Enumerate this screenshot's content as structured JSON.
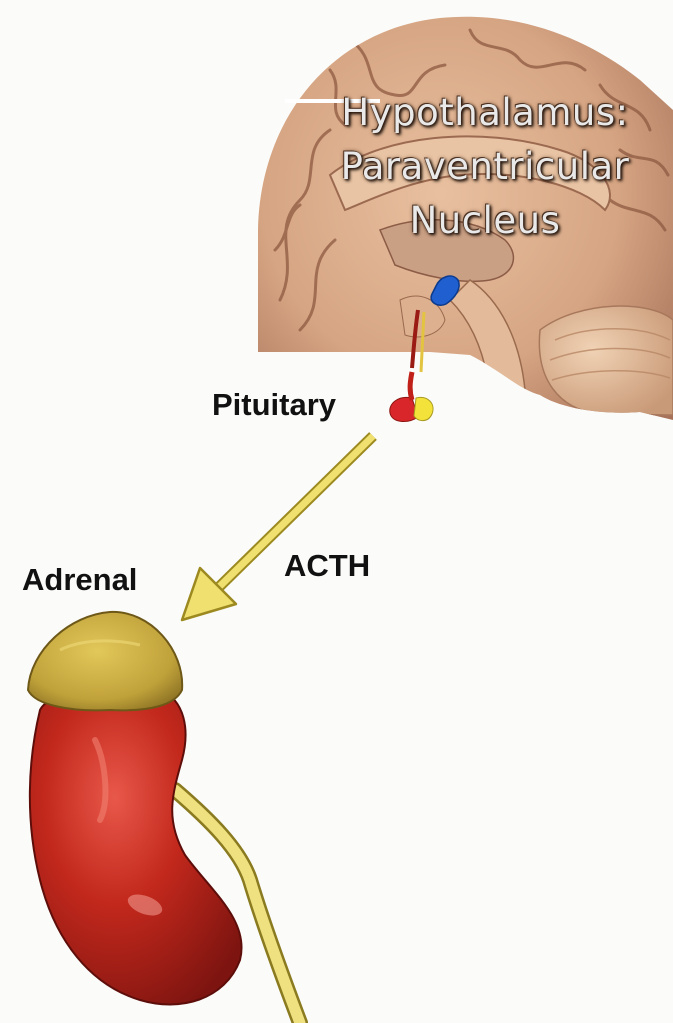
{
  "diagram": {
    "labels": {
      "hypothalamus_line1": "Hypothalamus:",
      "hypothalamus_line2": "Paraventricular",
      "hypothalamus_line3": "Nucleus",
      "pituitary": "Pituitary",
      "hormone": "ACTH",
      "adrenal": "Adrenal"
    },
    "colors": {
      "brain_tissue": "#d9a98a",
      "paraventricular_nucleus": "#1f5fd0",
      "pituitary_anterior": "#d8262a",
      "pituitary_posterior": "#f2e23a",
      "arrow": "#f0e070",
      "kidney": "#c0281c",
      "adrenal_gland": "#c9b03a",
      "ureter": "#efe080"
    }
  }
}
